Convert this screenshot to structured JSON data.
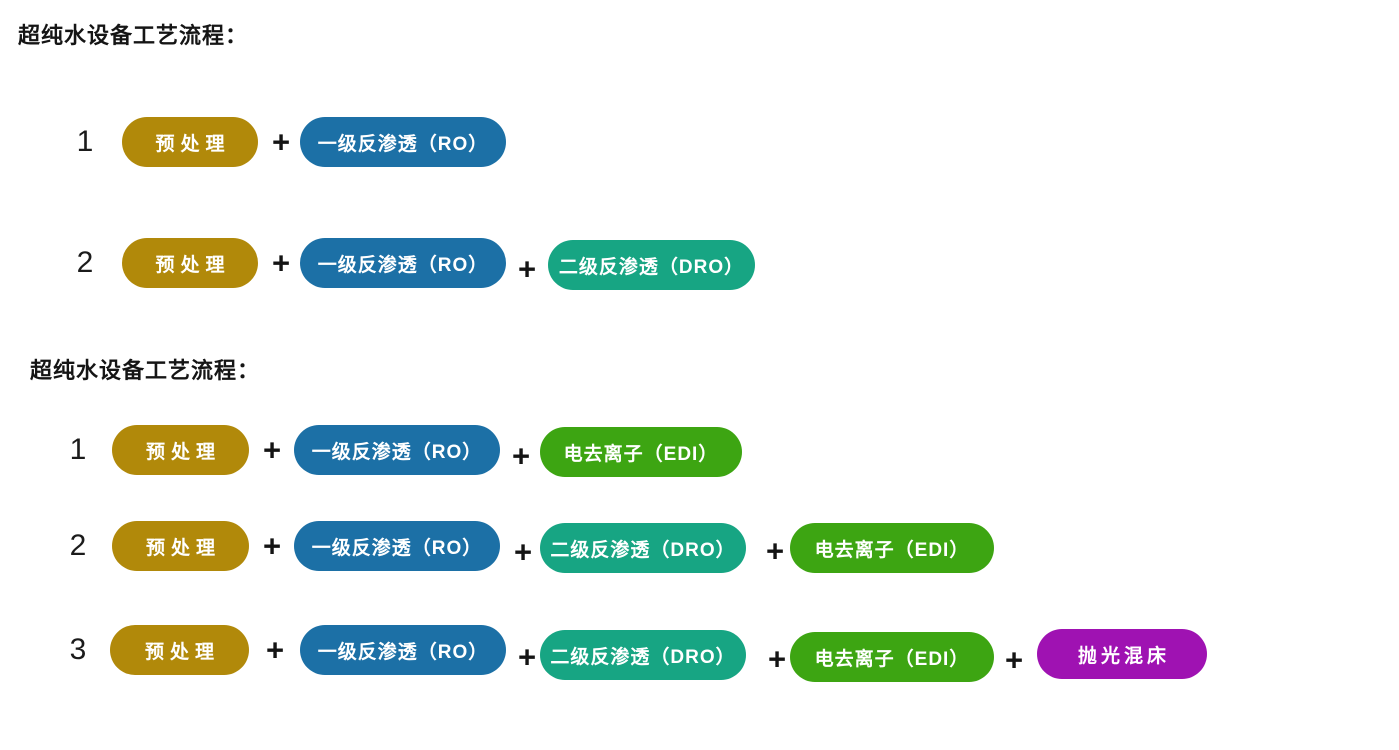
{
  "colors": {
    "pretreatment": "#b1890a",
    "ro": "#1c70a6",
    "dro": "#17a583",
    "edi": "#3da512",
    "polishing_mixbed": "#9f12b2",
    "pill_text": "#ffffff",
    "plus": "#141414"
  },
  "plus_sign": "+",
  "sections": [
    {
      "title": "超纯水设备工艺流程：",
      "rows": [
        {
          "num": "1",
          "steps": [
            {
              "label": "预处理"
            },
            {
              "label": "一级反渗透（RO）"
            }
          ]
        },
        {
          "num": "2",
          "steps": [
            {
              "label": "预处理"
            },
            {
              "label": "一级反渗透（RO）"
            },
            {
              "label": "二级反渗透（DRO）"
            }
          ]
        }
      ]
    },
    {
      "title": "超纯水设备工艺流程：",
      "rows": [
        {
          "num": "1",
          "steps": [
            {
              "label": "预处理"
            },
            {
              "label": "一级反渗透（RO）"
            },
            {
              "label": "电去离子（EDI）"
            }
          ]
        },
        {
          "num": "2",
          "steps": [
            {
              "label": "预处理"
            },
            {
              "label": "一级反渗透（RO）"
            },
            {
              "label": "二级反渗透（DRO）"
            },
            {
              "label": "电去离子（EDI）"
            }
          ]
        },
        {
          "num": "3",
          "steps": [
            {
              "label": "预处理"
            },
            {
              "label": "一级反渗透（RO）"
            },
            {
              "label": "二级反渗透（DRO）"
            },
            {
              "label": "电去离子（EDI）"
            },
            {
              "label": "抛光混床"
            }
          ]
        }
      ]
    }
  ]
}
